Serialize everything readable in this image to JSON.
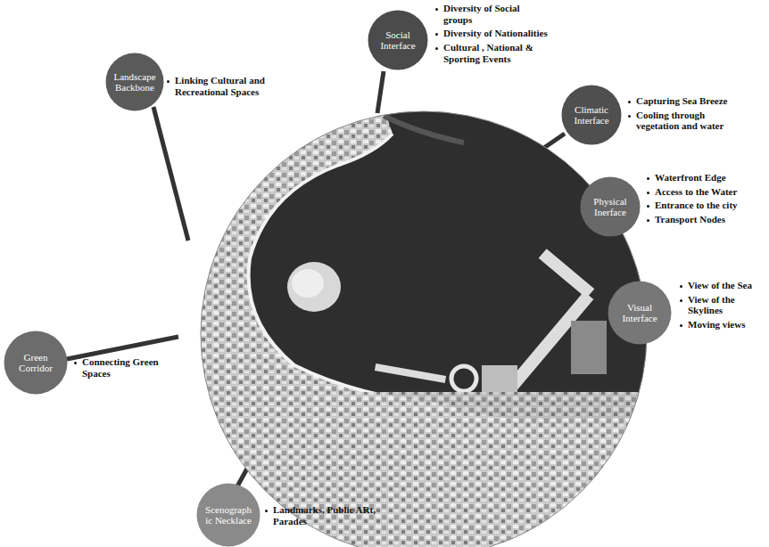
{
  "diagram": {
    "nodes": [
      {
        "text": [
          "Social Interface"
        ]
      },
      {
        "text": [
          "Climatic Interface"
        ]
      },
      {
        "text": [
          "Physical Inerface"
        ]
      },
      {
        "text": [
          "Visual Interface"
        ]
      },
      {
        "text": [
          "Landscape Backbone"
        ]
      },
      {
        "text": [
          "Green Corridor"
        ]
      },
      {
        "text": [
          "Scenographic Necklace"
        ]
      }
    ],
    "labels": [
      "Diversity of Social groups",
      "Diversity of Nationalities",
      "Cultural , National & Sporting Events",
      "Capturing Sea Breeze",
      "Cooling through vegetation and water",
      "Waterfront Edge",
      "Access to the Water",
      "Entrance to the city",
      "Transport Nodes",
      "View of the Sea",
      "View of the Skylines",
      "Moving views",
      "Linking Cultural and Recreational Spaces",
      "Connecting Green Spaces",
      "Landmarks, Public ARt, Parades"
    ]
  }
}
